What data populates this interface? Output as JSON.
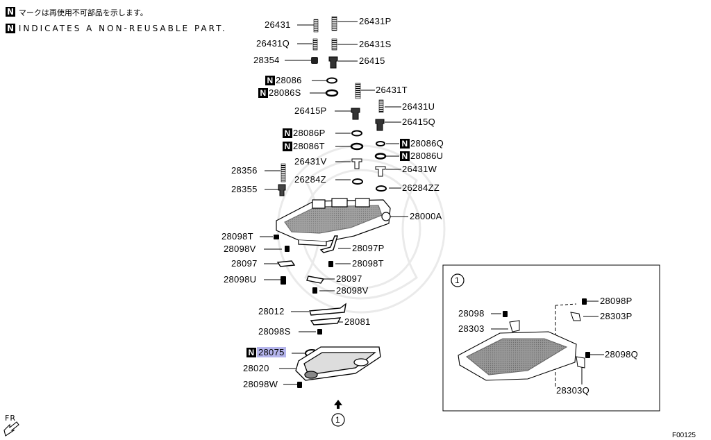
{
  "legend": {
    "badge": "N",
    "line_jp": "マークは再使用不可部品を示します。",
    "line_en": "INDICATES A NON-REUSABLE PART."
  },
  "parts": {
    "p26431": "26431",
    "p26431P": "26431P",
    "p26431Q": "26431Q",
    "p26431S": "26431S",
    "p28354": "28354",
    "p26415": "26415",
    "p28086": "28086",
    "p28086S": "28086S",
    "p26431T": "26431T",
    "p26415P": "26415P",
    "p26431U": "26431U",
    "p26415Q": "26415Q",
    "p28086P": "28086P",
    "p28086Q": "28086Q",
    "p28086T": "28086T",
    "p28086U": "28086U",
    "p26431V": "26431V",
    "p26431W": "26431W",
    "p28356": "28356",
    "p26284Z": "26284Z",
    "p26284ZZ": "26284ZZ",
    "p28355": "28355",
    "p28000A": "28000A",
    "p28098T_a": "28098T",
    "p28098V_a": "28098V",
    "p28097P": "28097P",
    "p28097_a": "28097",
    "p28098T_b": "28098T",
    "p28098U": "28098U",
    "p28097_b": "28097",
    "p28098V_b": "28098V",
    "p28012": "28012",
    "p28081": "28081",
    "p28098S": "28098S",
    "p28075": "28075",
    "p28020": "28020",
    "p28098W": "28098W"
  },
  "inset": {
    "ref": "1",
    "p28098": "28098",
    "p28303": "28303",
    "p28098P": "28098P",
    "p28303P": "28303P",
    "p28098Q": "28098Q",
    "p28303Q": "28303Q"
  },
  "main_ref": "1",
  "fr_label": "FR",
  "figure_code": "F00125",
  "colors": {
    "highlight": "#b5b5ec",
    "line": "#000000"
  }
}
